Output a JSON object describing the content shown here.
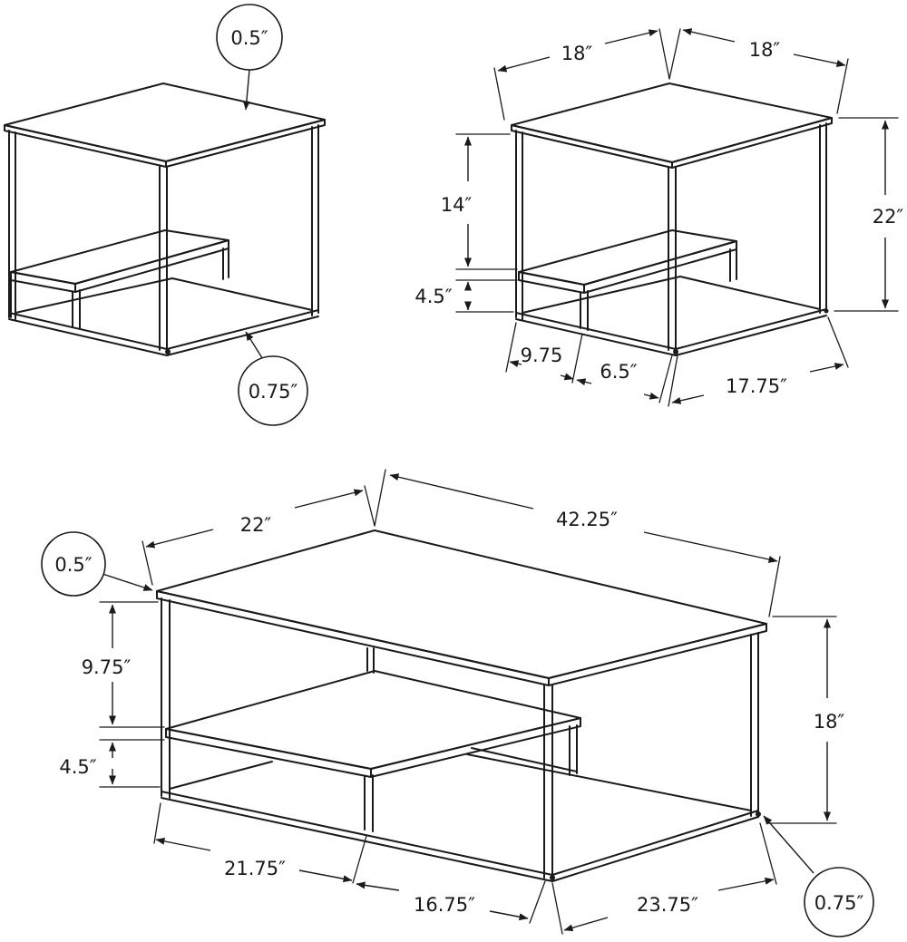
{
  "end_table_left": {
    "top_thickness_label": "0.5″",
    "leg_thickness_label": "0.75″"
  },
  "end_table_right": {
    "width_label_a": "18″",
    "width_label_b": "18″",
    "height_label": "22″",
    "upper_clearance_label": "14″",
    "shelf_height_label": "4.5″",
    "shelf_depth_label": "9.75",
    "shelf_gap_label": "6.5″",
    "base_width_label": "17.75″"
  },
  "coffee_table": {
    "depth_label": "22″",
    "length_label": "42.25″",
    "top_thickness_label": "0.5″",
    "upper_clearance_label": "9.75″",
    "shelf_height_label": "4.5″",
    "height_label": "18″",
    "base_depth_label": "21.75″",
    "shelf_gap_label": "16.75″",
    "base_length_label": "23.75″",
    "leg_thickness_label": "0.75″"
  }
}
